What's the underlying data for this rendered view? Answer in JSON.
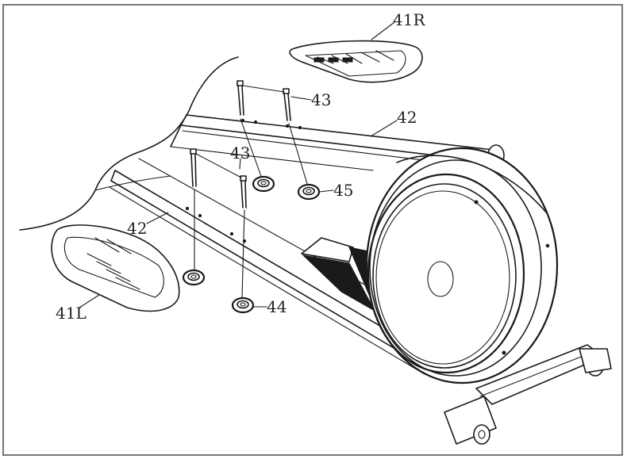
{
  "labels": {
    "pedal_right": "41R",
    "pedal_left": "41L",
    "rail_upper": "42",
    "rail_lower": "42",
    "bolt_upper": "43",
    "bolt_lower": "43",
    "nut_upper": "45",
    "nut_lower": "44"
  },
  "colors": {
    "line": "#1a1a1a",
    "background": "#ffffff",
    "border": "#555555"
  }
}
